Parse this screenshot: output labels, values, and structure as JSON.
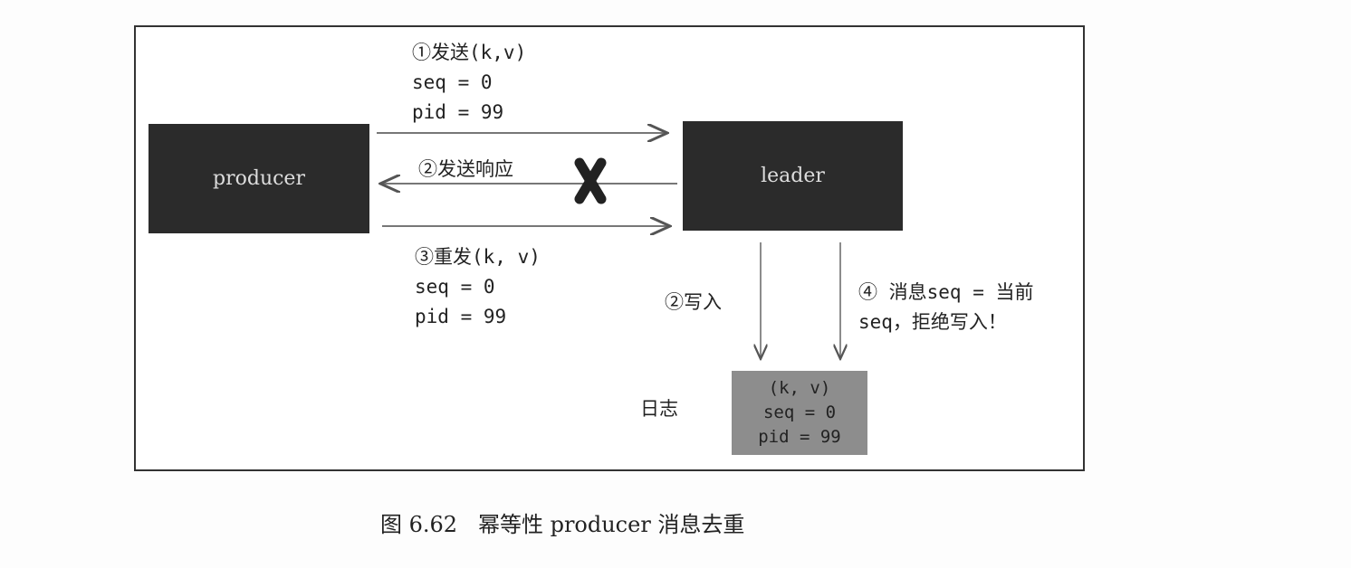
{
  "nodes": {
    "producer": "producer",
    "leader": "leader"
  },
  "send": {
    "title": "①发送(k,v)",
    "seq": "seq = 0",
    "pid": "pid = 99"
  },
  "response": {
    "title": "②发送响应"
  },
  "resend": {
    "title": "③重发(k, v)",
    "seq": "seq = 0",
    "pid": "pid = 99"
  },
  "write": {
    "label": "②写入"
  },
  "reject": {
    "line1": "④ 消息seq = 当前",
    "line2": "seq，拒绝写入！"
  },
  "log": {
    "label": "日志",
    "kv": "(k, v)",
    "seq": "seq = 0",
    "pid": "pid = 99"
  },
  "caption": "图 6.62   幂等性 producer 消息去重"
}
